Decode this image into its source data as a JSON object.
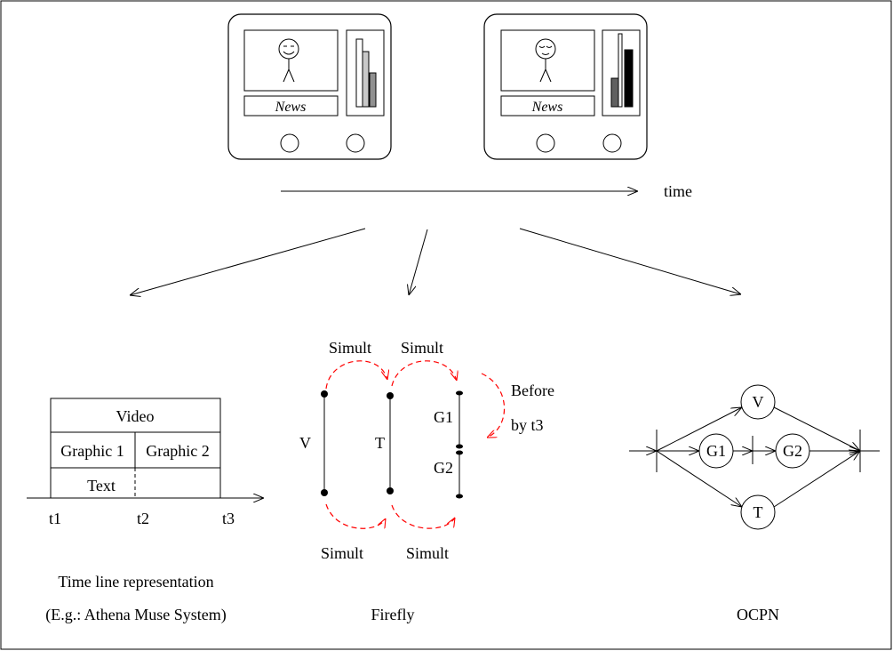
{
  "top": {
    "news_label_left": "News",
    "news_label_right": "News",
    "time_label": "time"
  },
  "timeline": {
    "video": "Video",
    "graphic1": "Graphic 1",
    "graphic2": "Graphic 2",
    "text": "Text",
    "ticks": [
      "t1",
      "t2",
      "t3"
    ],
    "caption1": "Time line representation",
    "caption2": "(E.g.: Athena Muse System)"
  },
  "firefly": {
    "simult_top_1": "Simult",
    "simult_top_2": "Simult",
    "before_line1": "Before",
    "before_line2": "by t3",
    "v": "V",
    "t": "T",
    "g1": "G1",
    "g2": "G2",
    "simult_bottom_1": "Simult",
    "simult_bottom_2": "Simult",
    "caption": "Firefly"
  },
  "ocpn": {
    "v": "V",
    "g1": "G1",
    "g2": "G2",
    "t": "T",
    "caption": "OCPN"
  },
  "colors": {
    "ink": "#000000",
    "temporal_arc": "#ff0000",
    "bar_light": "#ffffff",
    "bar_mid": "#c8c8c8",
    "bar_gray": "#909090",
    "bar_dark": "#606060",
    "bar_black": "#000000"
  }
}
